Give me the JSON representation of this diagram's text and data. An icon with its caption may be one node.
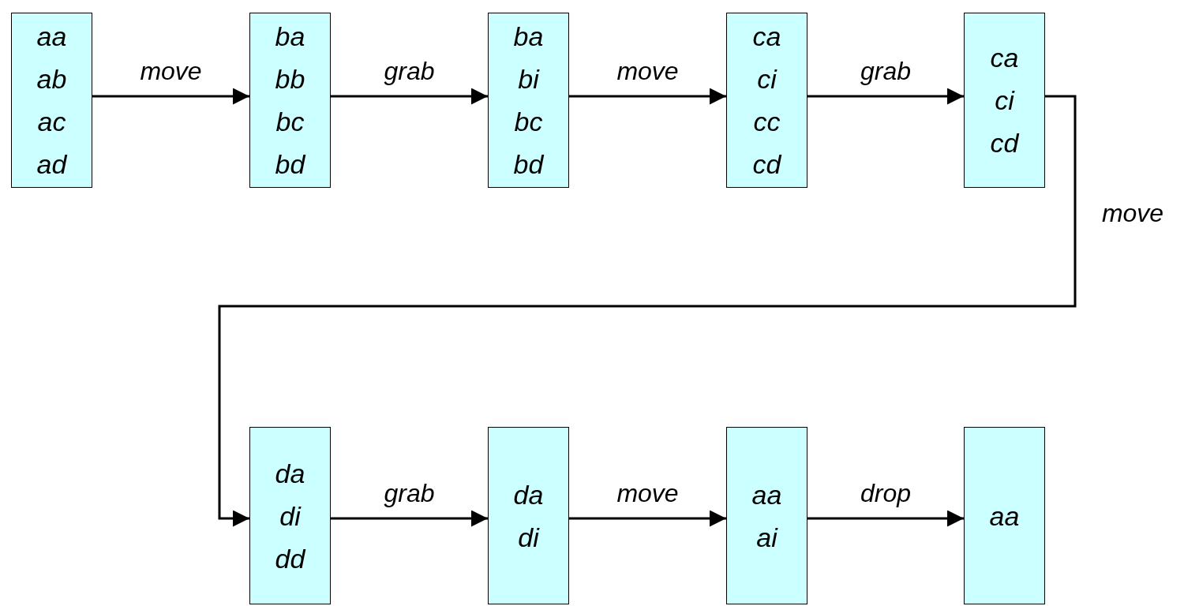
{
  "diagram": {
    "nodes": [
      {
        "text": [
          "aa",
          "ab",
          "ac",
          "ad"
        ]
      },
      {
        "text": [
          "ba",
          "bb",
          "bc",
          "bd"
        ]
      },
      {
        "text": [
          "ba",
          "bi",
          "bc",
          "bd"
        ]
      },
      {
        "text": [
          "ca",
          "ci",
          "cc",
          "cd"
        ]
      },
      {
        "text": [
          "ca",
          "ci",
          "cd"
        ]
      },
      {
        "text": [
          "da",
          "di",
          "dd"
        ]
      },
      {
        "text": [
          "da",
          "di"
        ]
      },
      {
        "text": [
          "aa",
          "ai"
        ]
      },
      {
        "text": [
          "aa"
        ]
      }
    ],
    "edges": [
      {
        "from": 0,
        "to": 1,
        "arrow": "to",
        "label": "move"
      },
      {
        "from": 1,
        "to": 2,
        "arrow": "to",
        "label": "grab"
      },
      {
        "from": 2,
        "to": 3,
        "arrow": "to",
        "label": "move"
      },
      {
        "from": 3,
        "to": 4,
        "arrow": "to",
        "label": "grab"
      },
      {
        "from": 4,
        "to": 5,
        "arrow": "to",
        "label": "move"
      },
      {
        "from": 5,
        "to": 6,
        "arrow": "to",
        "label": "grab"
      },
      {
        "from": 6,
        "to": 7,
        "arrow": "to",
        "label": "move"
      },
      {
        "from": 7,
        "to": 8,
        "arrow": "to",
        "label": "drop"
      }
    ]
  }
}
